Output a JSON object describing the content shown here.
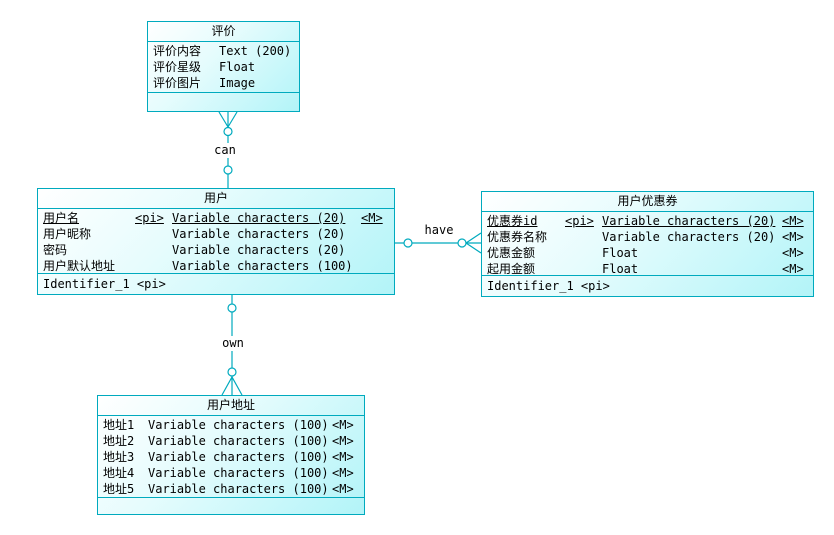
{
  "diagram": {
    "line_color": "#00aabe",
    "fill_gradient_start": "#ffffff",
    "fill_gradient_end": "#b2f4f8"
  },
  "entities": {
    "review": {
      "title": "评价",
      "attributes": [
        {
          "name": "评价内容",
          "pi": "",
          "type": "Text (200)",
          "m": "",
          "key": false
        },
        {
          "name": "评价星级",
          "pi": "",
          "type": "Float",
          "m": "",
          "key": false
        },
        {
          "name": "评价图片",
          "pi": "",
          "type": "Image",
          "m": "",
          "key": false
        }
      ],
      "identifier": ""
    },
    "user": {
      "title": "用户",
      "attributes": [
        {
          "name": "用户名",
          "pi": "<pi>",
          "type": "Variable characters (20)",
          "m": "<M>",
          "key": true
        },
        {
          "name": "用户昵称",
          "pi": "",
          "type": "Variable characters (20)",
          "m": "",
          "key": false
        },
        {
          "name": "密码",
          "pi": "",
          "type": "Variable characters (20)",
          "m": "",
          "key": false
        },
        {
          "name": "用户默认地址",
          "pi": "",
          "type": "Variable characters (100)",
          "m": "",
          "key": false
        }
      ],
      "identifier": "Identifier_1 <pi>"
    },
    "coupon": {
      "title": "用户优惠券",
      "attributes": [
        {
          "name": "优惠券id",
          "pi": "<pi>",
          "type": "Variable characters (20)",
          "m": "<M>",
          "key": true
        },
        {
          "name": "优惠券名称",
          "pi": "",
          "type": "Variable characters (20)",
          "m": "<M>",
          "key": false
        },
        {
          "name": "优惠金额",
          "pi": "",
          "type": "Float",
          "m": "<M>",
          "key": false
        },
        {
          "name": "起用金额",
          "pi": "",
          "type": "Float",
          "m": "<M>",
          "key": false
        }
      ],
      "identifier": "Identifier_1 <pi>"
    },
    "address": {
      "title": "用户地址",
      "attributes": [
        {
          "name": "地址1",
          "pi": "",
          "type": "Variable characters (100)",
          "m": "<M>",
          "key": false
        },
        {
          "name": "地址2",
          "pi": "",
          "type": "Variable characters (100)",
          "m": "<M>",
          "key": false
        },
        {
          "name": "地址3",
          "pi": "",
          "type": "Variable characters (100)",
          "m": "<M>",
          "key": false
        },
        {
          "name": "地址4",
          "pi": "",
          "type": "Variable characters (100)",
          "m": "<M>",
          "key": false
        },
        {
          "name": "地址5",
          "pi": "",
          "type": "Variable characters (100)",
          "m": "<M>",
          "key": false
        }
      ],
      "identifier": ""
    }
  },
  "relationships": {
    "can": {
      "label": "can",
      "from": "评价",
      "to": "用户",
      "from_cardinality": "zero-or-many",
      "to_cardinality": "zero-or-one"
    },
    "own": {
      "label": "own",
      "from": "用户",
      "to": "用户地址",
      "from_cardinality": "zero-or-one",
      "to_cardinality": "zero-or-many"
    },
    "have": {
      "label": "have",
      "from": "用户",
      "to": "用户优惠券",
      "from_cardinality": "zero-or-one",
      "to_cardinality": "zero-or-many"
    }
  }
}
